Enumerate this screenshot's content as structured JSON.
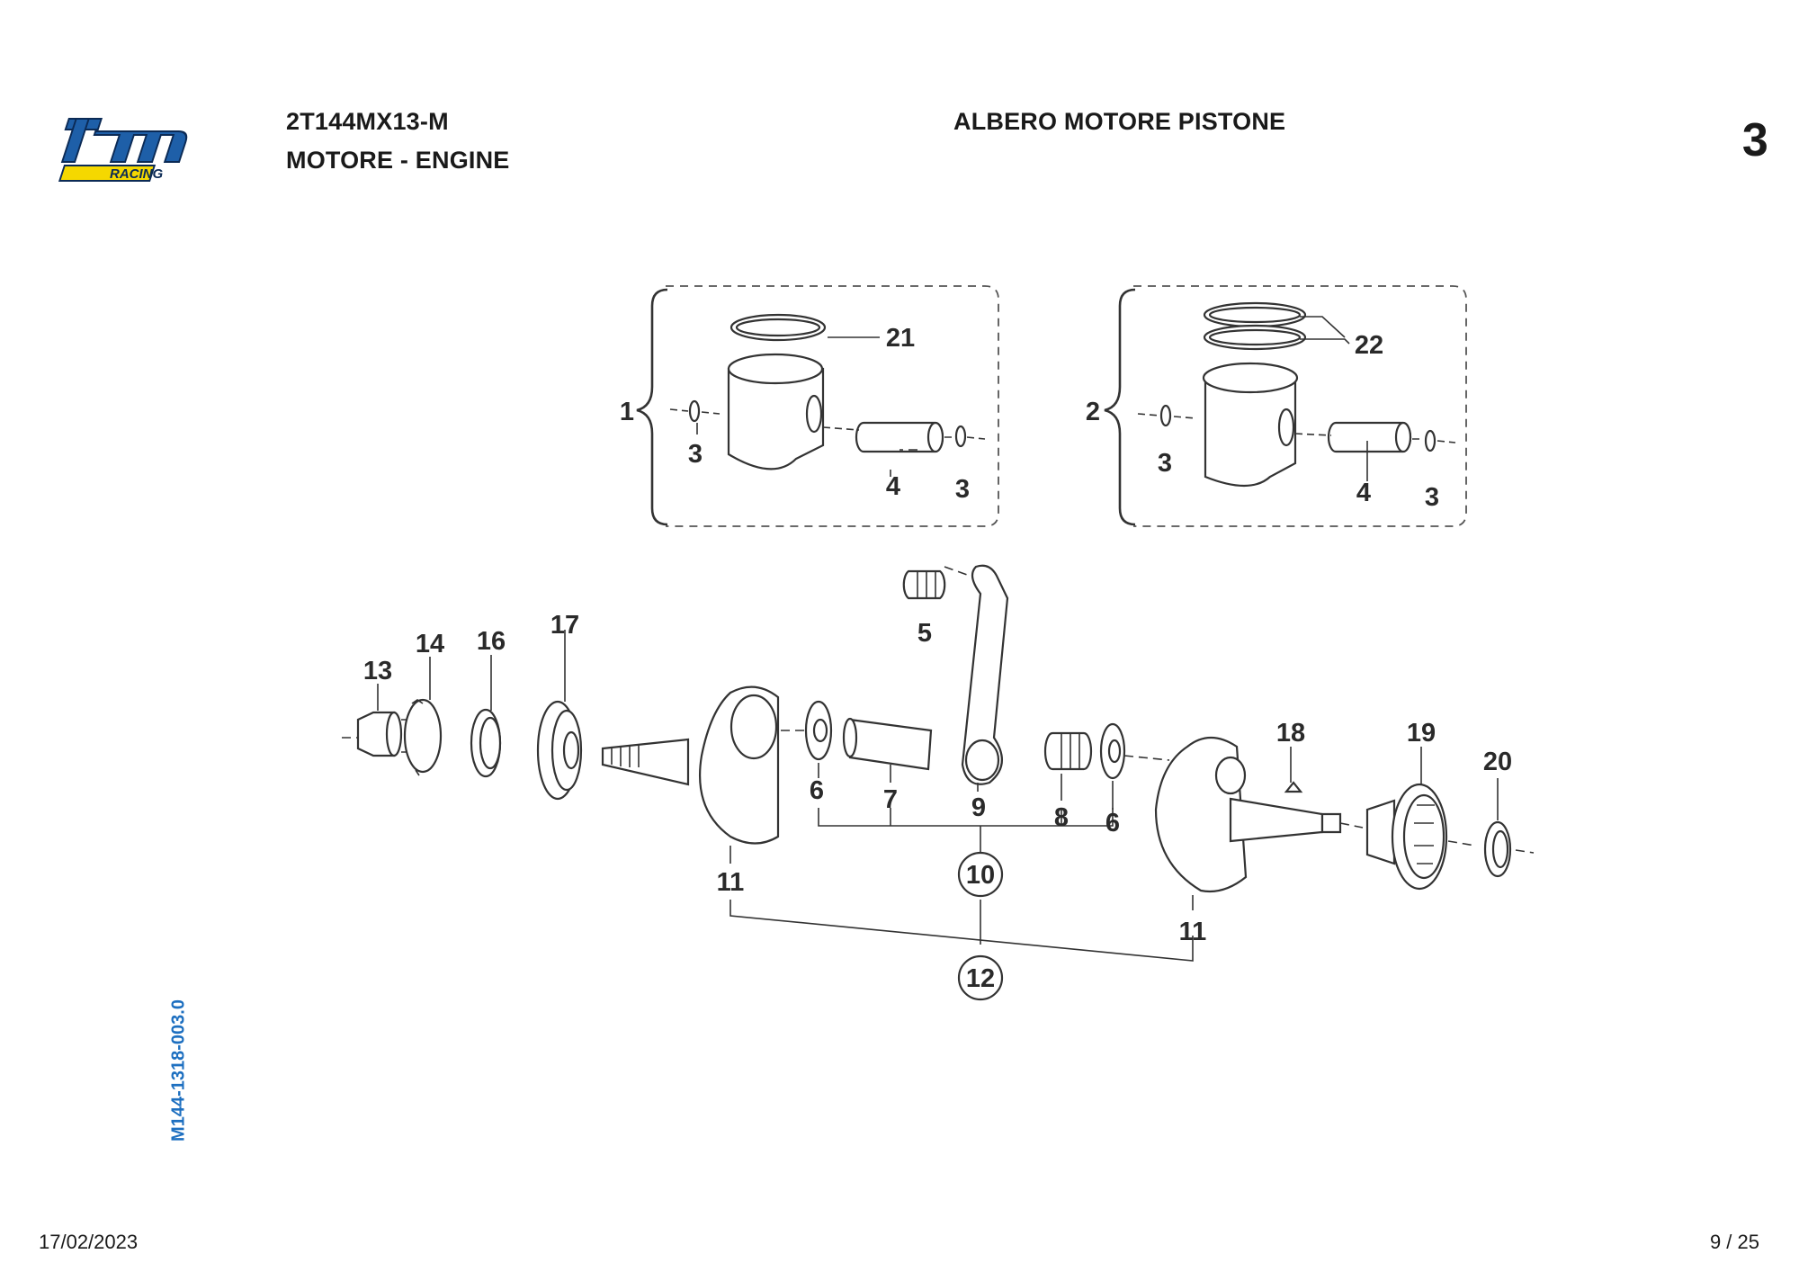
{
  "header": {
    "model_code": "2T144MX13-M",
    "section": "MOTORE - ENGINE",
    "title": "ALBERO MOTORE PISTONE",
    "table_number": "3"
  },
  "logo": {
    "brand": "tm",
    "sub": "RACING",
    "color": "#1e5fa8"
  },
  "doc_id": "M144-1318-003.0",
  "footer": {
    "date": "17/02/2023",
    "page": "9 / 25"
  },
  "callouts": [
    "1",
    "2",
    "3",
    "4",
    "5",
    "6",
    "7",
    "8",
    "9",
    "10",
    "11",
    "12",
    "13",
    "14",
    "16",
    "17",
    "18",
    "19",
    "20",
    "21",
    "22"
  ]
}
